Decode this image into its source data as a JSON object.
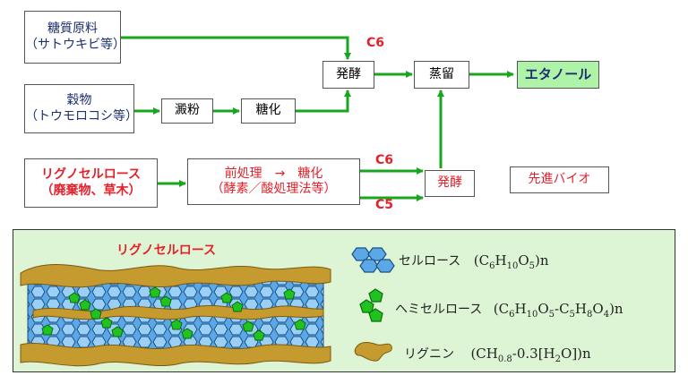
{
  "flow": {
    "sugar_source": {
      "line1": "糖質原料",
      "line2": "（サトウキビ等）"
    },
    "grain_source": {
      "line1": "穀物",
      "line2": "（トウモロコシ等）"
    },
    "starch": "澱粉",
    "saccharification": "糖化",
    "ferment_top": "発酵",
    "distill": "蒸留",
    "ethanol": "エタノール",
    "c6_top": "C6",
    "lignocellulose_source": {
      "line1": "リグノセルロース",
      "line2": "（廃棄物、草木）"
    },
    "pretreatment": {
      "line1": "前処理　→　糖化",
      "line2": "（酵素／酸処理法等）"
    },
    "c6_bottom": "C6",
    "c5_bottom": "C5",
    "ferment_bottom": "発酵",
    "advanced_bio": "先進バイオ"
  },
  "panel": {
    "title": "リグノセルロース",
    "legend": [
      {
        "name": "セルロース",
        "formula_html": "(C<sub>6</sub>H<sub>10</sub>O<sub>5</sub>)n",
        "icon": "cellulose-hexagons-icon"
      },
      {
        "name": "ヘミセルロース",
        "formula_html": "(C<sub>6</sub>H<sub>10</sub>O<sub>5</sub>-C<sub>5</sub>H<sub>8</sub>O<sub>4</sub>)n",
        "icon": "hemicellulose-pentagons-icon"
      },
      {
        "name": "リグニン",
        "formula_html": "(CH<sub>0.8</sub>-0.3[H<sub>2</sub>O])n",
        "icon": "lignin-blob-icon"
      }
    ]
  },
  "colors": {
    "arrow": "#18a61e",
    "navy": "#1c2f6e",
    "red": "#e5202a",
    "cellulose": "#5aa9e6",
    "hemicellulose": "#1fc21f",
    "lignin": "#c59a2e",
    "panel_bg": "#ddf5d4"
  }
}
